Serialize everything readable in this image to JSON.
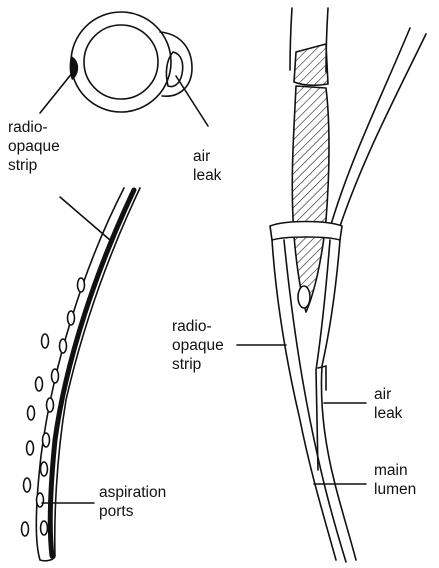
{
  "labels": {
    "radio_opaque_strip_top": [
      "radio-",
      "opaque",
      "strip"
    ],
    "air_leak_top": [
      "air",
      "leak"
    ],
    "aspiration_ports": [
      "aspiration",
      "ports"
    ],
    "radio_opaque_strip_right": [
      "radio-",
      "opaque",
      "strip"
    ],
    "air_leak_right": [
      "air",
      "leak"
    ],
    "main_lumen": [
      "main",
      "lumen"
    ]
  },
  "colors": {
    "ink": "#111111",
    "background": "#ffffff"
  }
}
